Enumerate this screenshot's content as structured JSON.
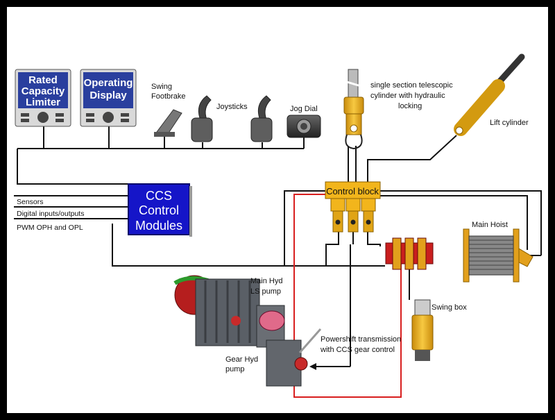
{
  "modules": {
    "rcl": {
      "line1": "Rated",
      "line2": "Capacity",
      "line3": "Limiter"
    },
    "opd": {
      "line1": "Operating",
      "line2": "Display"
    },
    "ccs": {
      "line1": "CCS",
      "line2": "Control",
      "line3": "Modules"
    },
    "control_block": "Control block"
  },
  "labels": {
    "swing_footbrake": [
      "Swing",
      "Footbrake"
    ],
    "joysticks": "Joysticks",
    "jog_dial": "Jog Dial",
    "telescopic": [
      "single section telescopic",
      "cylinder with hydraulic",
      "locking"
    ],
    "lift_cylinder": "Lift cylinder",
    "sensors": "Sensors",
    "digital_io": "Digital inputs/outputs",
    "pwm": "PWM OPH and OPL",
    "main_hoist": "Main Hoist",
    "main_pump": [
      "Main Hyd",
      "LS pump"
    ],
    "swing_box": "Swing box",
    "powershift": [
      "Powershift transmission",
      "with CCS gear control"
    ],
    "gear_pump": [
      "Gear Hyd",
      "pump"
    ]
  },
  "colors": {
    "frame": "#000000",
    "panel": "#ffffff",
    "module_blue": "#2a3f9e",
    "ccs_blue": "#1515c8",
    "cylinder_yellow": "#f2b51c",
    "hydraulic_red": "#d81e1e",
    "engine_grey": "#5a5f66"
  }
}
